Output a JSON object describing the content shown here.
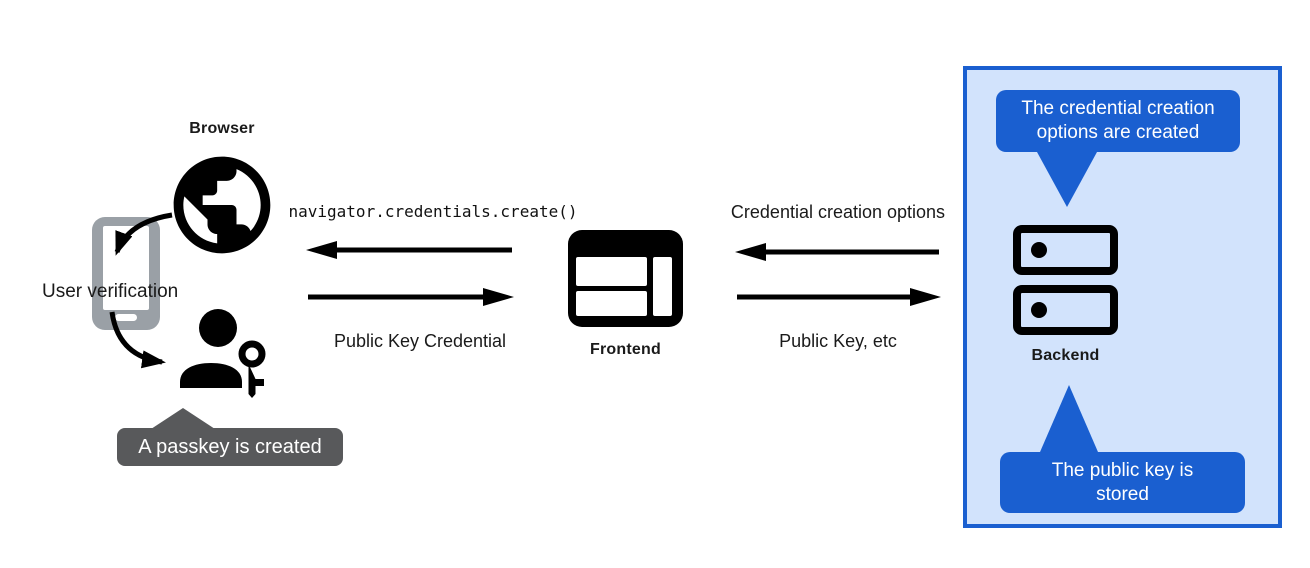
{
  "colors": {
    "ink": "#000000",
    "bubble_blue": "#1a5fd0",
    "panel_background": "#d2e3fc",
    "panel_border": "#1a5fd0",
    "tooltip_gray": "#58595b",
    "phone_gray": "#9aa0a6",
    "text_dark": "#1a1a1a"
  },
  "browser_side": {
    "title": "Browser",
    "user_verification": "User verification",
    "passkey_tooltip": "A passkey is created"
  },
  "frontend": {
    "title": "Frontend"
  },
  "backend": {
    "title": "Backend",
    "creation_bubble": {
      "line1": "The credential creation",
      "line2": "options are created"
    },
    "stored_bubble": {
      "line1": "The public key is",
      "line2": "stored"
    }
  },
  "messages": {
    "navigator_create": "navigator.credentials.create()",
    "public_key_credential": "Public Key Credential",
    "credential_creation_options": "Credential creation options",
    "public_key_etc": "Public Key, etc"
  }
}
